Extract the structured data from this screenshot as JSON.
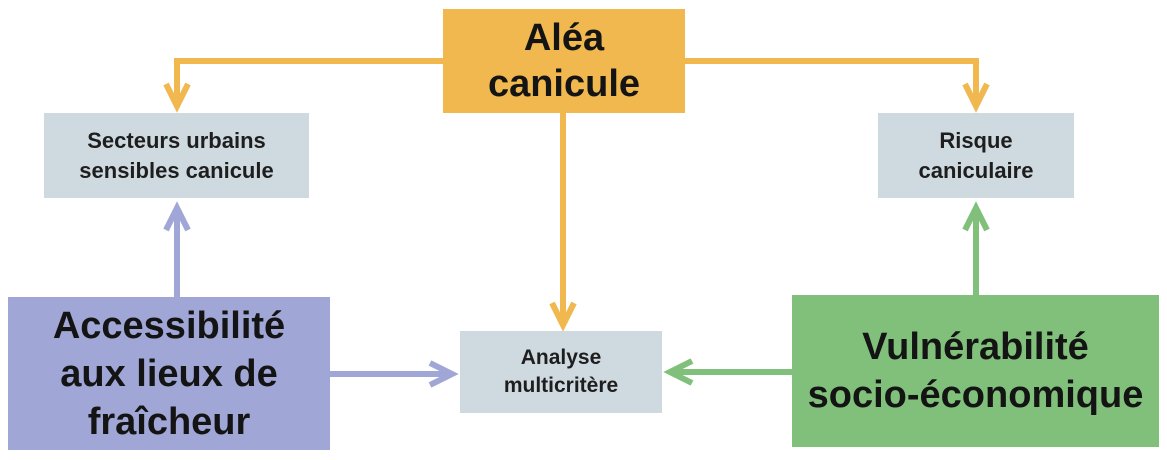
{
  "nodes": {
    "alea": {
      "line1": "Aléa",
      "line2": "canicule",
      "color": "#f0b84e"
    },
    "secteurs": {
      "line1": "Secteurs urbains",
      "line2": "sensibles canicule",
      "color": "#cfdae0"
    },
    "risque": {
      "line1": "Risque",
      "line2": "caniculaire",
      "color": "#cfdae0"
    },
    "analyse": {
      "line1": "Analyse",
      "line2": "multicritère",
      "color": "#cfdae0"
    },
    "accessibilite": {
      "line1": "Accessibilité",
      "line2": "aux lieux de",
      "line3": "fraîcheur",
      "color": "#a0a6d6"
    },
    "vulnerabilite": {
      "line1": "Vulnérabilité",
      "line2": "socio-économique",
      "color": "#80c07a"
    }
  },
  "edge_colors": {
    "orange": "#f0b84e",
    "purple": "#a0a6d6",
    "green": "#80c07a"
  },
  "edges": [
    {
      "from": "alea",
      "to": "secteurs",
      "color": "orange"
    },
    {
      "from": "alea",
      "to": "risque",
      "color": "orange"
    },
    {
      "from": "alea",
      "to": "analyse",
      "color": "orange"
    },
    {
      "from": "accessibilite",
      "to": "secteurs",
      "color": "purple"
    },
    {
      "from": "accessibilite",
      "to": "analyse",
      "color": "purple"
    },
    {
      "from": "vulnerabilite",
      "to": "risque",
      "color": "green"
    },
    {
      "from": "vulnerabilite",
      "to": "analyse",
      "color": "green"
    }
  ]
}
